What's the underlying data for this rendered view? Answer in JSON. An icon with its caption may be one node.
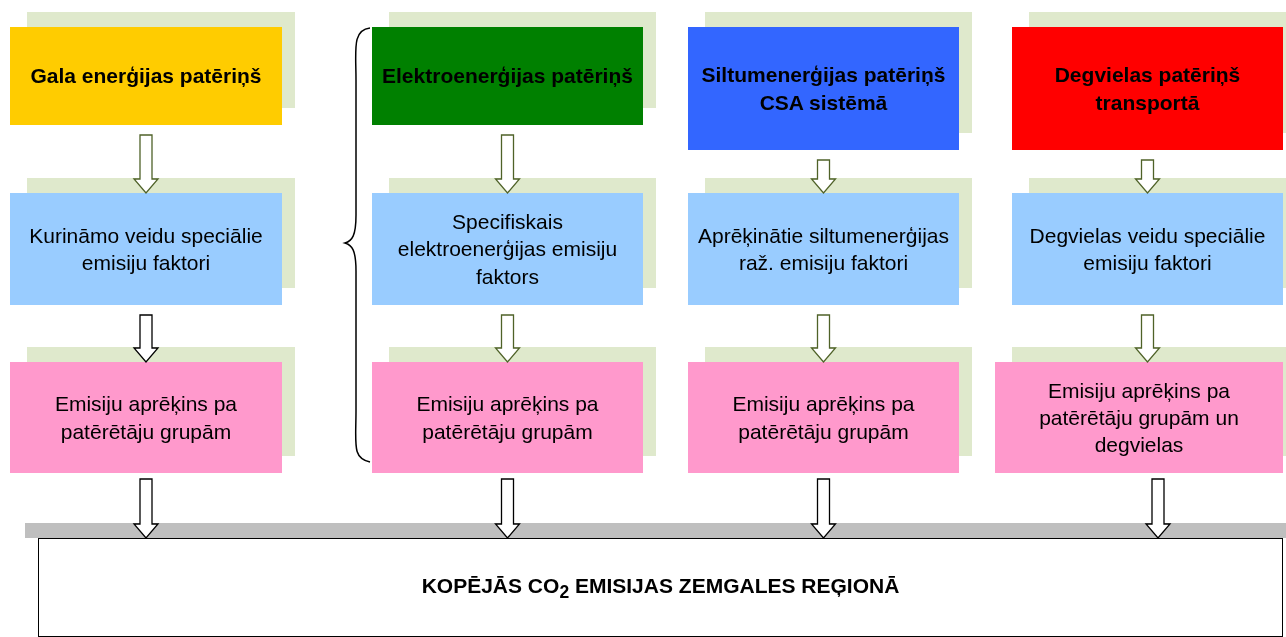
{
  "diagram": {
    "nodes": [
      {
        "text": [
          "Gala enerģijas patēriņš"
        ]
      },
      {
        "text": [
          "Elektroenerģijas patēriņš"
        ]
      },
      {
        "text": [
          "Siltumenerģijas patēriņš CSA sistēmā"
        ]
      },
      {
        "text": [
          "Degvielas patēriņš transportā"
        ]
      },
      {
        "text": [
          "Kurināmo veidu speciālie emisiju faktori"
        ]
      },
      {
        "text": [
          "Specifiskais elektroenerģijas emisiju faktors"
        ]
      },
      {
        "text": [
          "Aprēķinātie siltumenerģijas raž. emisiju faktori"
        ]
      },
      {
        "text": [
          "Degvielas veidu speciālie emisiju faktori"
        ]
      },
      {
        "text": [
          "Emisiju aprēķins pa patērētāju grupām"
        ]
      },
      {
        "text": [
          "Emisiju aprēķins pa patērētāju grupām"
        ]
      },
      {
        "text": [
          "Emisiju aprēķins pa patērētāju grupām"
        ]
      },
      {
        "text": [
          "Emisiju aprēķins pa patērētāju grupām un degvielas"
        ]
      },
      {
        "text": [
          "KOPĒJĀS CO$_{2}$ EMISIJAS ZEMGALES REĢIONĀ"
        ]
      }
    ],
    "edges": [
      {
        "from": 0,
        "to": 4,
        "arrow": "to"
      },
      {
        "from": 1,
        "to": 5,
        "arrow": "to"
      },
      {
        "from": 2,
        "to": 6,
        "arrow": "to"
      },
      {
        "from": 3,
        "to": 7,
        "arrow": "to"
      },
      {
        "from": 4,
        "to": 8,
        "arrow": "to",
        "color": "#000000"
      },
      {
        "from": 5,
        "to": 9,
        "arrow": "to"
      },
      {
        "from": 6,
        "to": 10,
        "arrow": "to"
      },
      {
        "from": 7,
        "to": 11,
        "arrow": "to"
      },
      {
        "from": 8,
        "to": 12,
        "arrow": "to",
        "color": "#000000"
      },
      {
        "from": 9,
        "to": 12,
        "arrow": "to",
        "color": "#000000"
      },
      {
        "from": 10,
        "to": 12,
        "arrow": "to",
        "color": "#000000"
      },
      {
        "from": 11,
        "to": 12,
        "arrow": "to",
        "color": "#000000"
      }
    ]
  }
}
